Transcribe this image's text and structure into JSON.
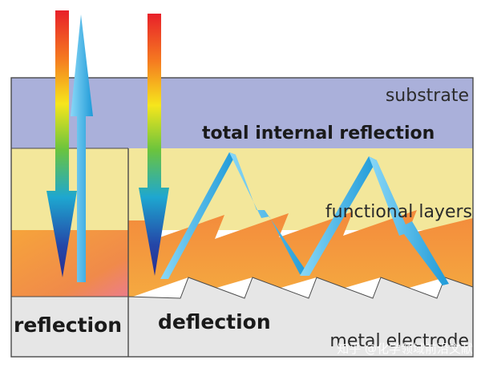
{
  "labels": {
    "substrate": "substrate",
    "tir": "total internal reflection",
    "functional": "functional layers",
    "reflection": "reflection",
    "deflection": "deflection",
    "metal": "metal electrode",
    "watermark": "知乎 @化学领域前沿文献"
  },
  "colors": {
    "substrate": "#aab0da",
    "functional": "#f3e79b",
    "orange_light": "#f7a94a",
    "orange_dark": "#ef7c3a",
    "metal": "#e6e6e6",
    "ray_light": "#7fd3f5",
    "ray_dark": "#1ea0dc"
  }
}
